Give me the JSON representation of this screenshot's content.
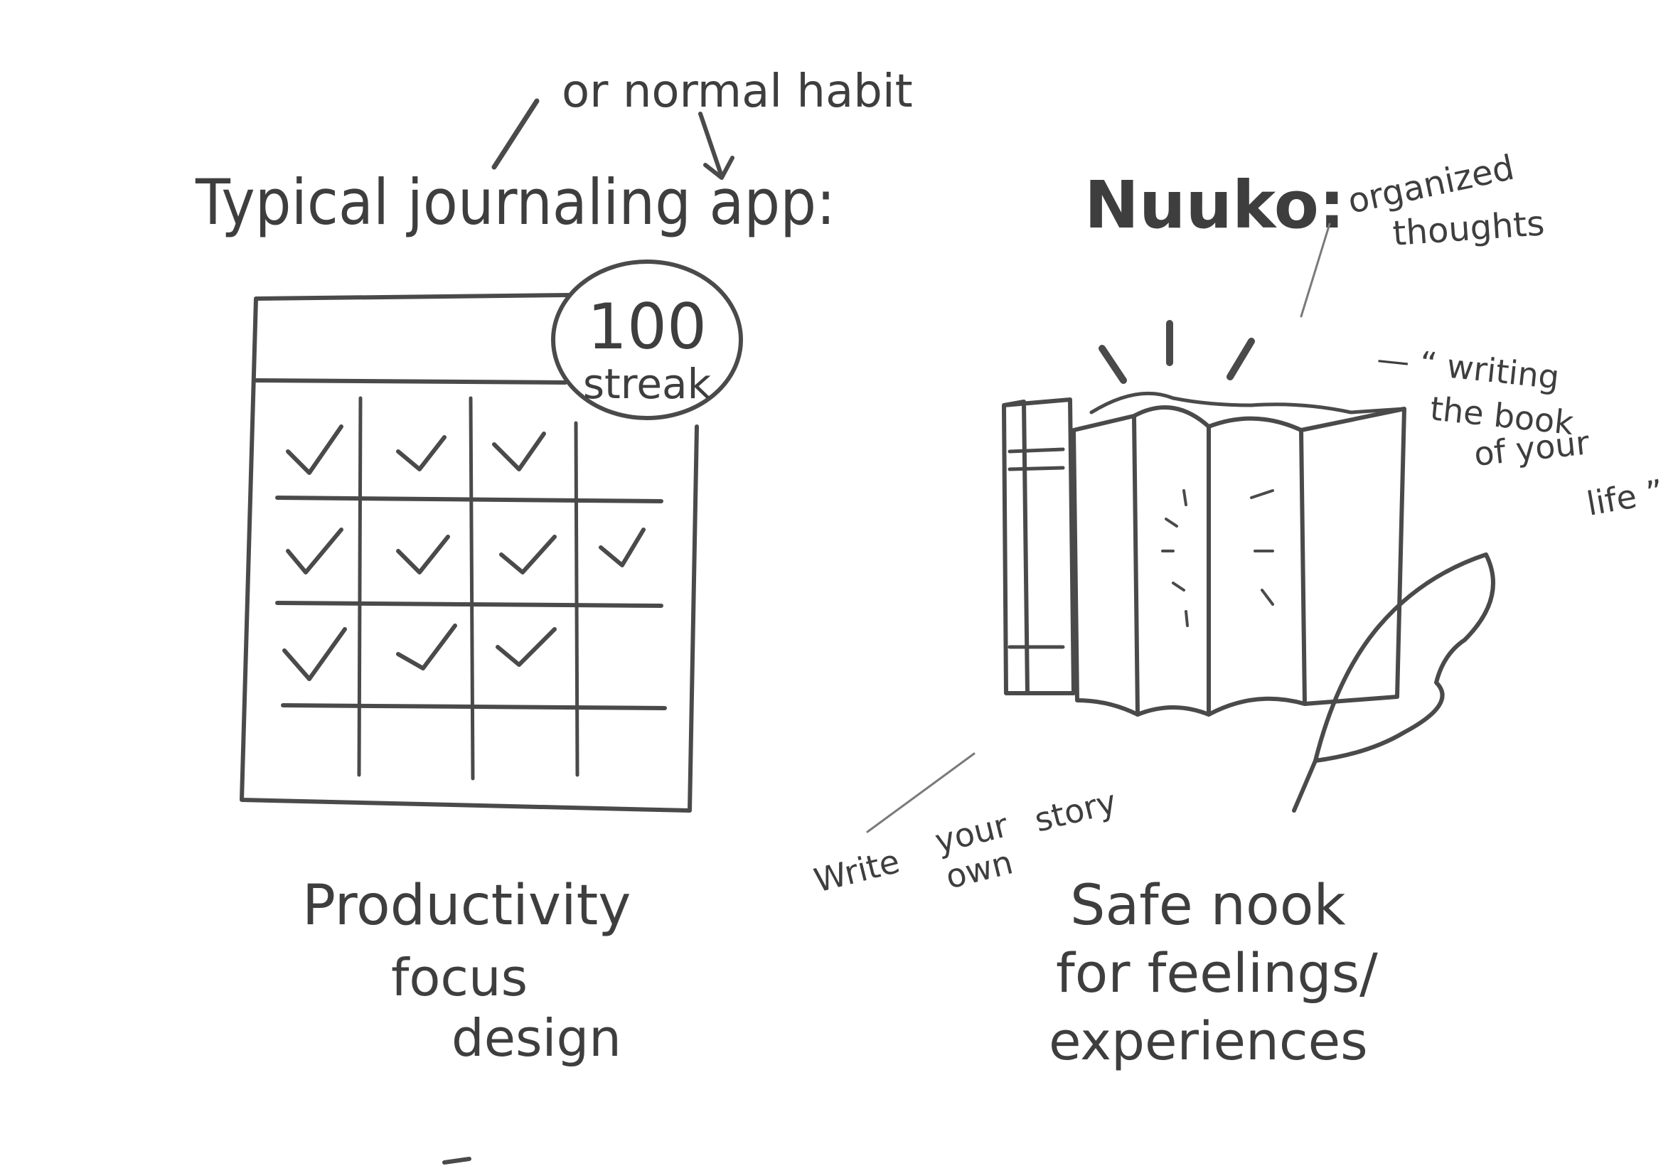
{
  "left_panel": {
    "heading": "Typical journaling app:",
    "annotation": "or normal habit",
    "badge": {
      "number": "100",
      "label": "streak"
    },
    "caption": [
      "Productivity",
      "focus",
      "design"
    ]
  },
  "right_panel": {
    "heading": "Nuuko:",
    "note_organized": [
      "organized",
      "thoughts"
    ],
    "note_book": [
      "— “ writing",
      "the book",
      "of your",
      "life ”"
    ],
    "note_story": [
      "Write",
      "your",
      "own",
      "story"
    ],
    "caption": [
      "Safe nook",
      "for feelings/",
      "experiences"
    ]
  },
  "palette": {
    "pencil": "#4a4a4a",
    "text": "#3e3e3e",
    "paper": "#ffffff"
  }
}
